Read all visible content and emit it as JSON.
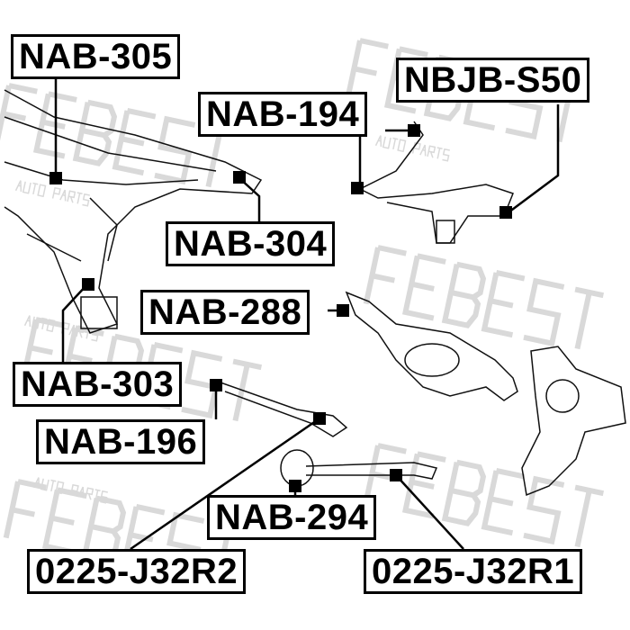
{
  "watermark": {
    "brand": "FEBEST",
    "tagline": "AUTO PARTS"
  },
  "labels": {
    "nab305": "NAB-305",
    "nbjbs50": "NBJB-S50",
    "nab194": "NAB-194",
    "nab304": "NAB-304",
    "nab288": "NAB-288",
    "nab303": "NAB-303",
    "nab196": "NAB-196",
    "nab294": "NAB-294",
    "j32r2": "0225-J32R2",
    "j32r1": "0225-J32R1"
  }
}
